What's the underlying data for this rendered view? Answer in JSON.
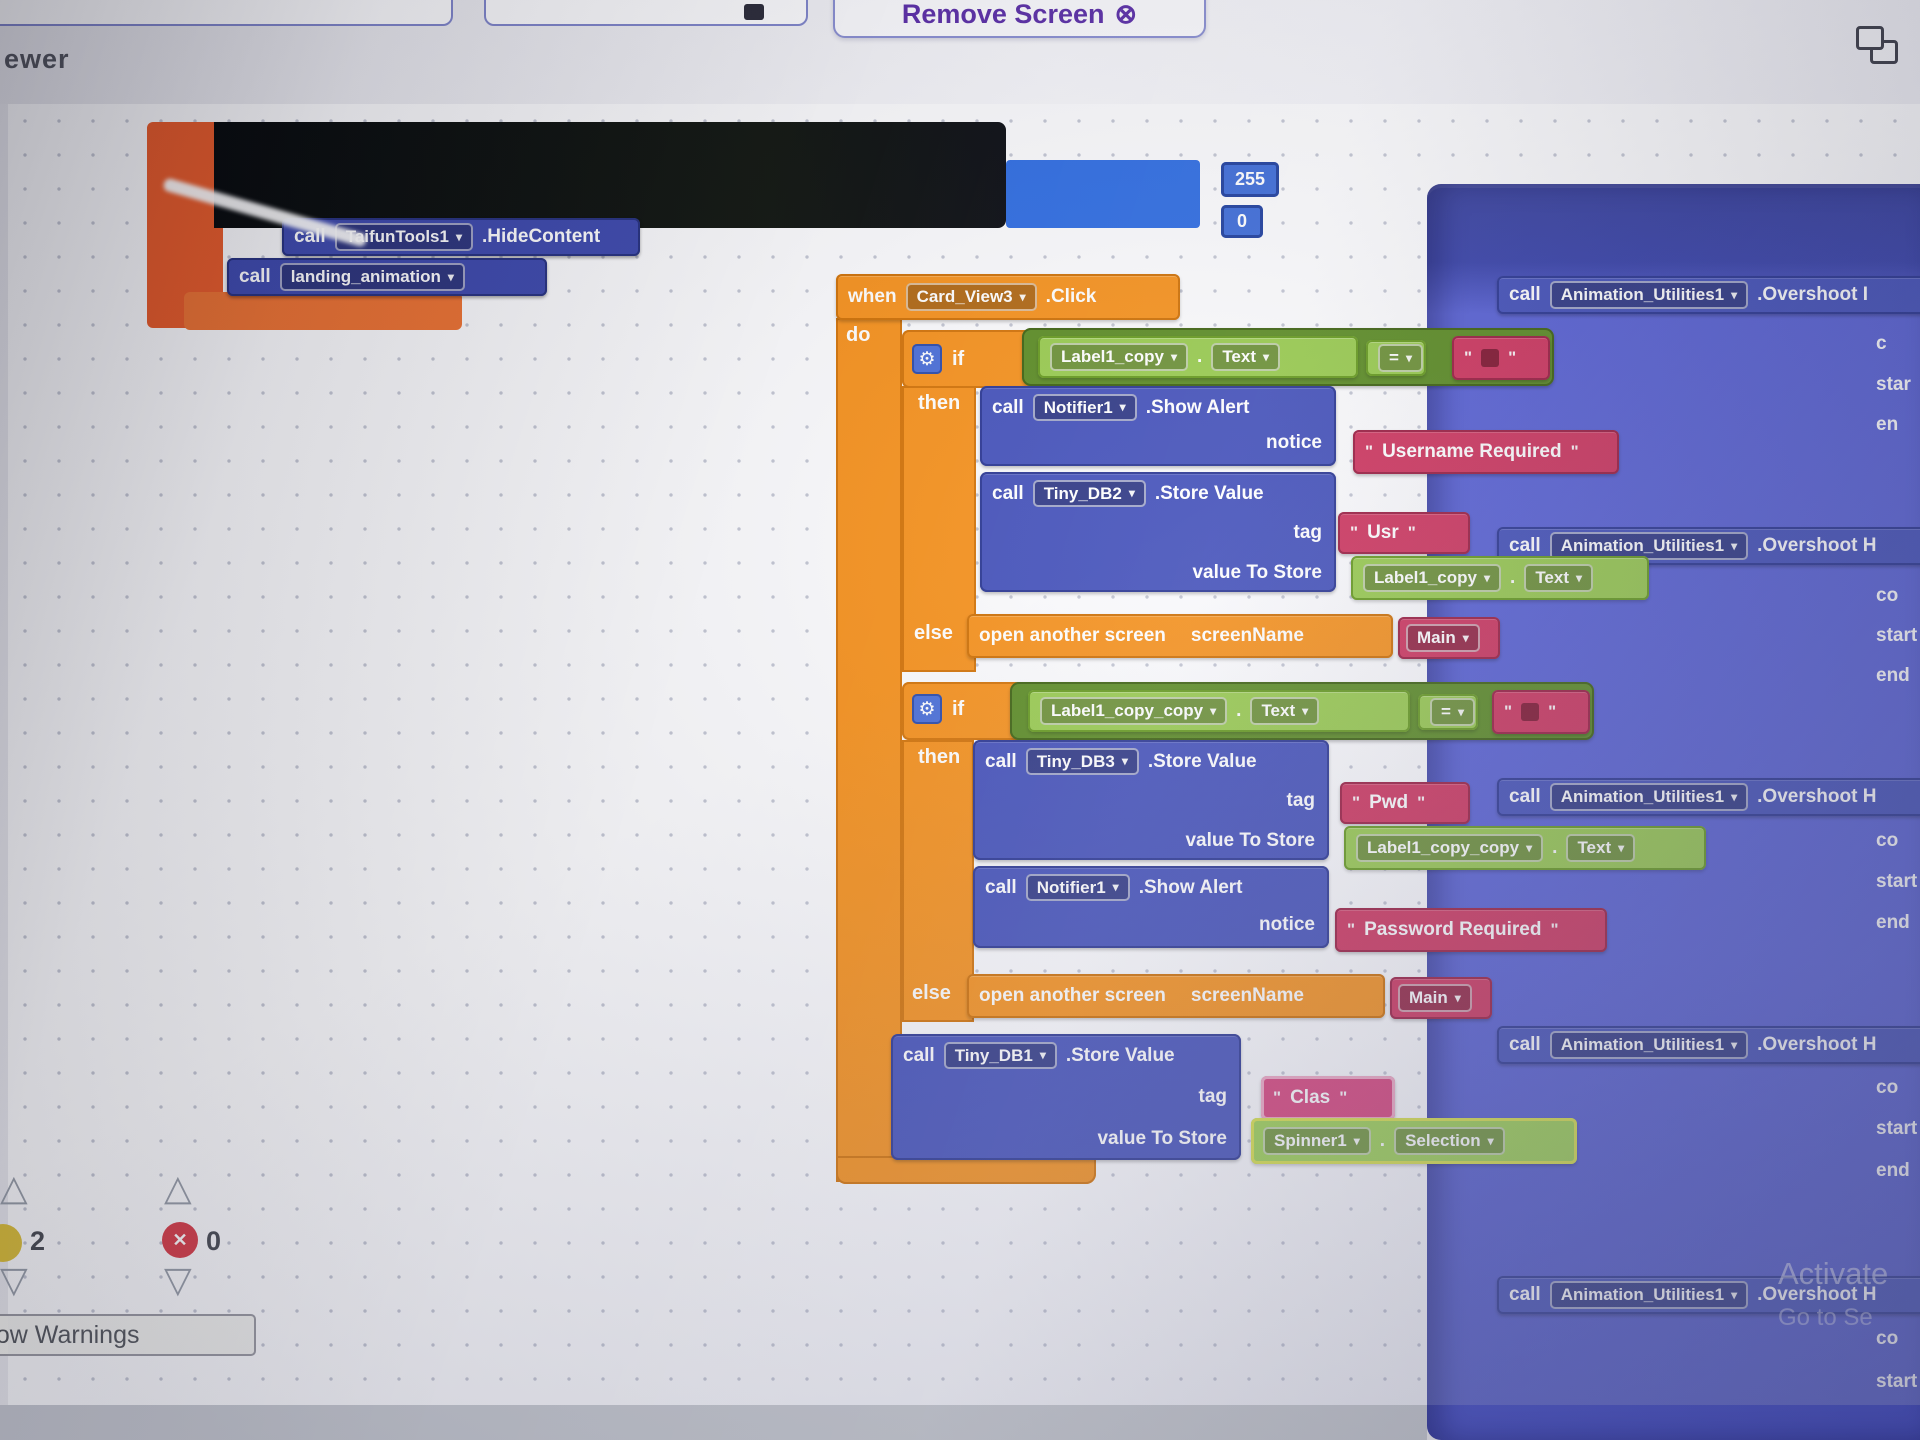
{
  "header": {
    "viewer_partial": "ewer",
    "remove_screen_label": "Remove Screen",
    "remove_screen_icon": "⊗"
  },
  "icons": {
    "caret": "▾",
    "gear": "⚙",
    "error_x": "✕",
    "tri_up": "△",
    "tri_down": "▽"
  },
  "kw": {
    "call": "call",
    "when": "when",
    "do": "do",
    "if": "if",
    "then": "then",
    "else": "else",
    "tag": "tag",
    "notice": "notice",
    "value_to_store": "value To Store",
    "open_screen": "open another screen",
    "screen_name": "screenName",
    "dot": ".",
    "quote": "\""
  },
  "misc_blocks": {
    "num_255": "255",
    "num_0": "0",
    "taifun_component": "TaifunTools1",
    "taifun_method": ".HideContent",
    "landing_procedure": "landing_animation"
  },
  "when_block": {
    "component": "Card_View3",
    "event": ".Click"
  },
  "if1": {
    "cond_component": "Label1_copy",
    "cond_prop": "Text",
    "op": "=",
    "alert_component": "Notifier1",
    "alert_method": ".Show Alert",
    "alert_text": "Username Required",
    "store_component": "Tiny_DB2",
    "store_method": ".Store Value",
    "tag_text": "Usr",
    "vts_component": "Label1_copy",
    "vts_prop": "Text",
    "else_screen": "Main"
  },
  "if2": {
    "cond_component": "Label1_copy_copy",
    "cond_prop": "Text",
    "op": "=",
    "store_component": "Tiny_DB3",
    "store_method": ".Store Value",
    "tag_text": "Pwd",
    "vts_component": "Label1_copy_copy",
    "vts_prop": "Text",
    "alert_component": "Notifier1",
    "alert_method": ".Show Alert",
    "alert_text": "Password Required",
    "else_screen": "Main"
  },
  "store_clas": {
    "component": "Tiny_DB1",
    "method": ".Store Value",
    "tag_text": "Clas",
    "vts_component": "Spinner1",
    "vts_prop": "Selection"
  },
  "right_panel": {
    "calls": [
      {
        "component": "Animation_Utilities1",
        "method": ".Overshoot I",
        "args": [
          "c",
          "star",
          "en"
        ]
      },
      {
        "component": "Animation_Utilities1",
        "method": ".Overshoot H",
        "args": [
          "co",
          "start",
          "end"
        ]
      },
      {
        "component": "Animation_Utilities1",
        "method": ".Overshoot H",
        "args": [
          "co",
          "start",
          "end"
        ]
      },
      {
        "component": "Animation_Utilities1",
        "method": ".Overshoot H",
        "args": [
          "co",
          "start",
          "end"
        ]
      },
      {
        "component": "Animation_Utilities1",
        "method": ".Overshoot H",
        "args": [
          "co",
          "start"
        ]
      }
    ]
  },
  "status": {
    "warning_count": "2",
    "error_count": "0",
    "show_warnings_partial": "how Warnings"
  },
  "watermark": {
    "line1": "Activate",
    "line2": "Go to Se"
  }
}
